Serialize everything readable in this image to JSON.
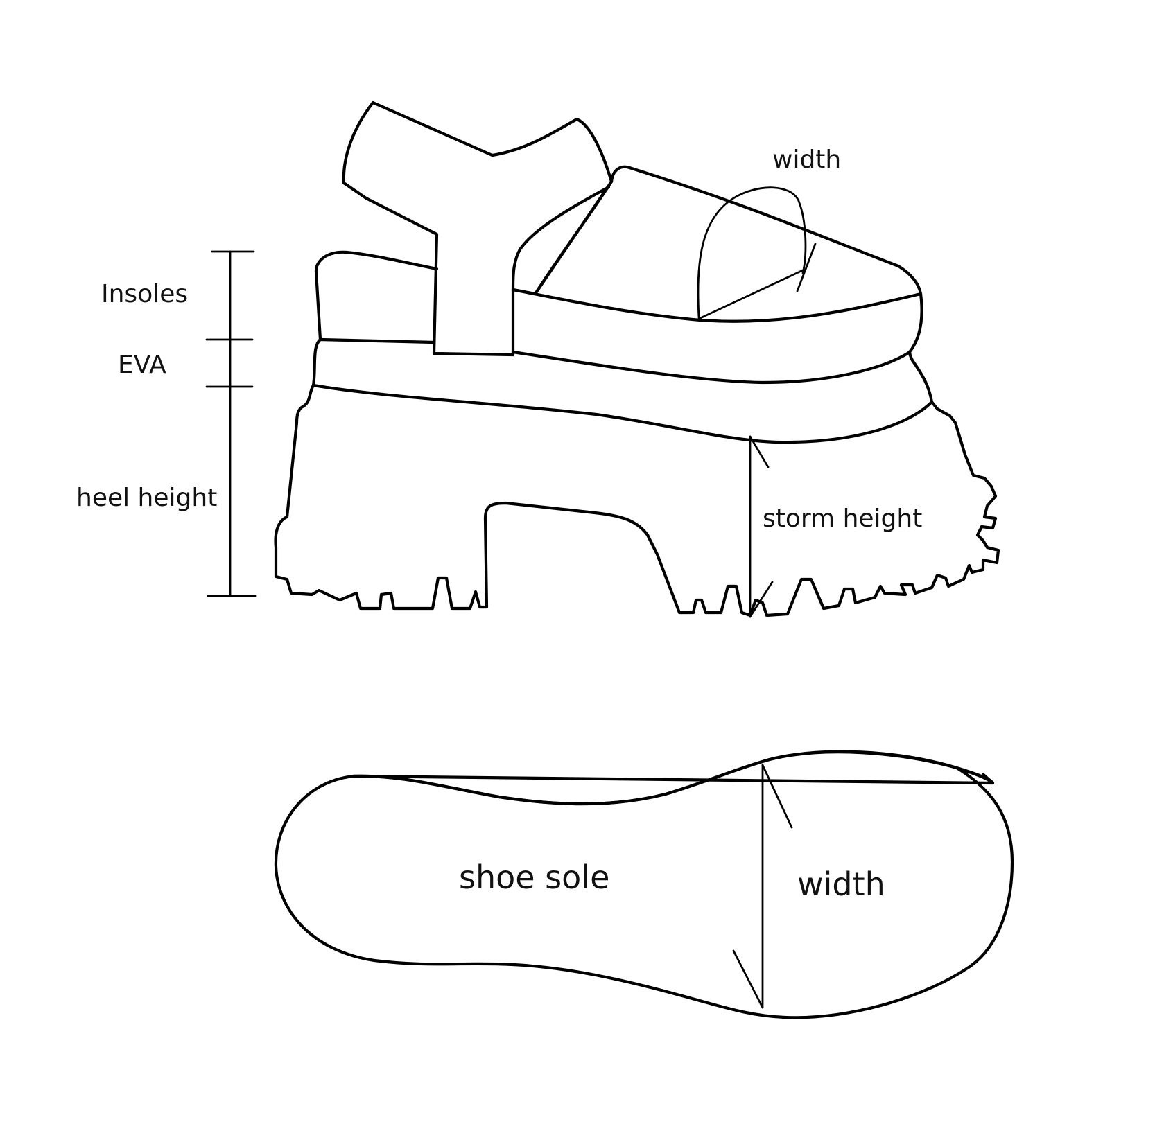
{
  "labels": {
    "insoles": "Insoles",
    "eva": "EVA",
    "heel_height": "heel height",
    "storm_height": "storm height",
    "upper_width": "width",
    "shoe_sole": "shoe sole",
    "sole_width": "width"
  },
  "colors": {
    "line": "#000000",
    "text": "#111111",
    "background": "#ffffff"
  }
}
